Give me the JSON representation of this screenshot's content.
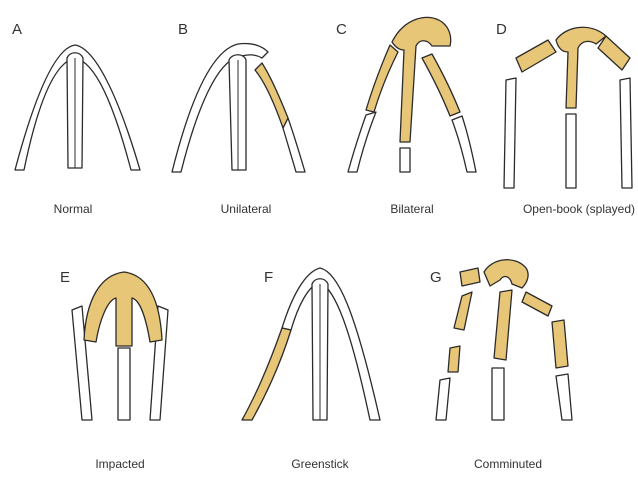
{
  "figure": {
    "colors": {
      "fragment": "#e8c678",
      "outline": "#2b2b2b",
      "background": "#ffffff"
    },
    "panels": [
      {
        "letter": "A",
        "caption": "Normal"
      },
      {
        "letter": "B",
        "caption": "Unilateral"
      },
      {
        "letter": "C",
        "caption": "Bilateral"
      },
      {
        "letter": "D",
        "caption": "Open-book (splayed)"
      },
      {
        "letter": "E",
        "caption": "Impacted"
      },
      {
        "letter": "F",
        "caption": "Greenstick"
      },
      {
        "letter": "G",
        "caption": "Comminuted"
      }
    ]
  }
}
